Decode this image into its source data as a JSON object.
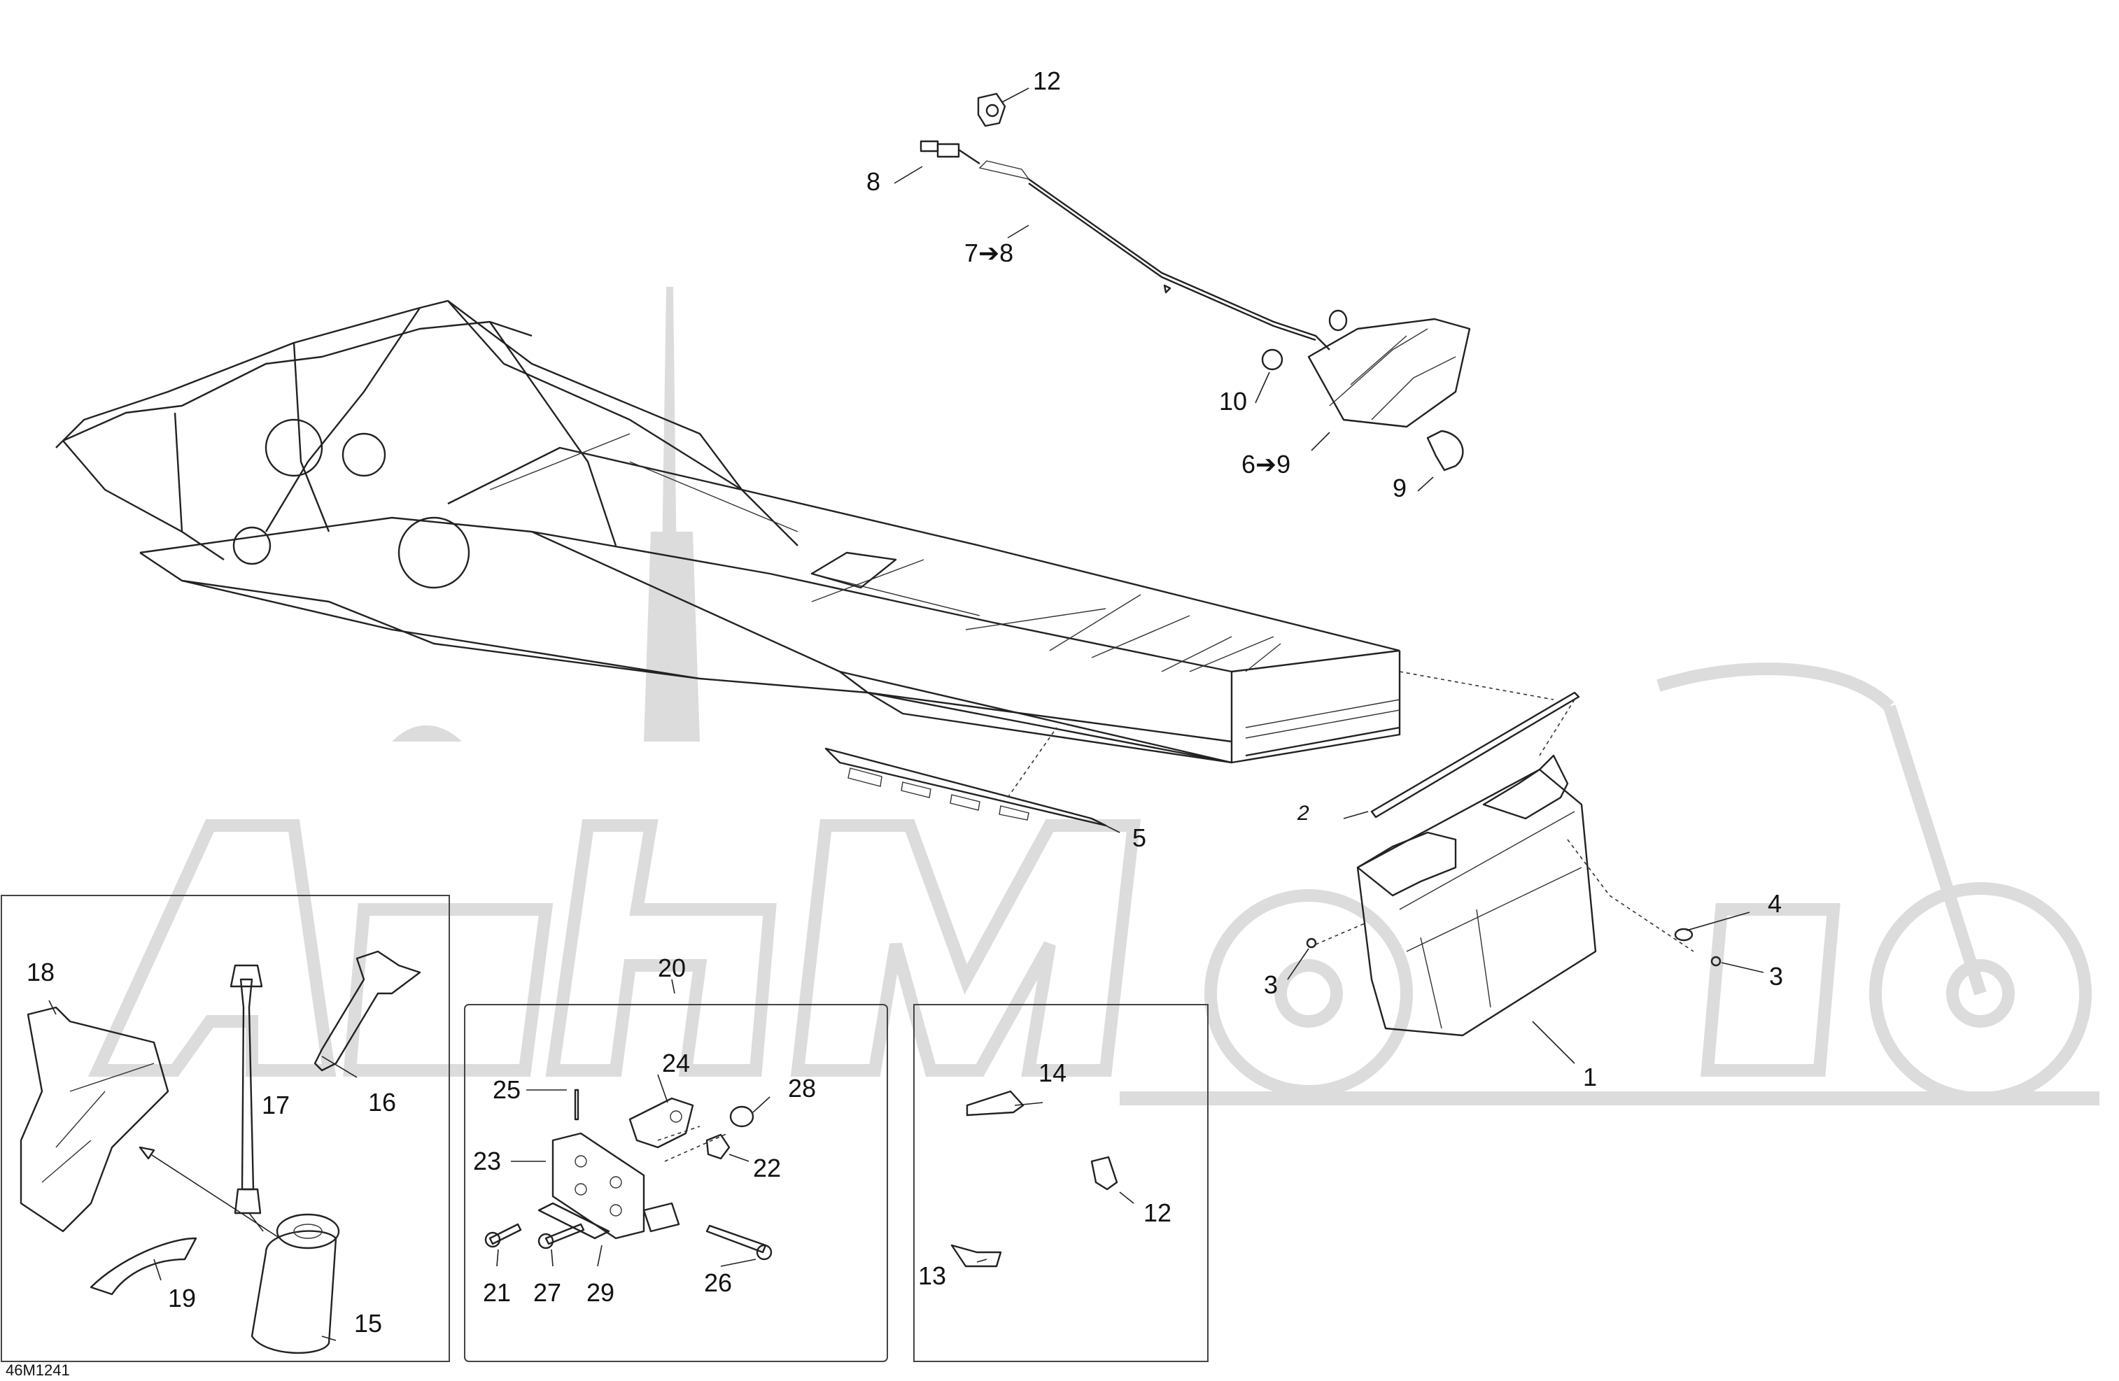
{
  "diagram": {
    "code": "46M1241",
    "labels": {
      "l1": "1",
      "l2": "2",
      "l3a": "3",
      "l3b": "3",
      "l4": "4",
      "l5": "5",
      "l6_9": "6➔9",
      "l7_8": "7➔8",
      "l8": "8",
      "l9": "9",
      "l10": "10",
      "l12a": "12",
      "l12b": "12",
      "l13": "13",
      "l14": "14",
      "l15": "15",
      "l16": "16",
      "l17": "17",
      "l18": "18",
      "l19": "19",
      "l20": "20",
      "l21": "21",
      "l22": "22",
      "l23": "23",
      "l24": "24",
      "l25": "25",
      "l26": "26",
      "l27": "27",
      "l28": "28",
      "l29": "29"
    }
  }
}
